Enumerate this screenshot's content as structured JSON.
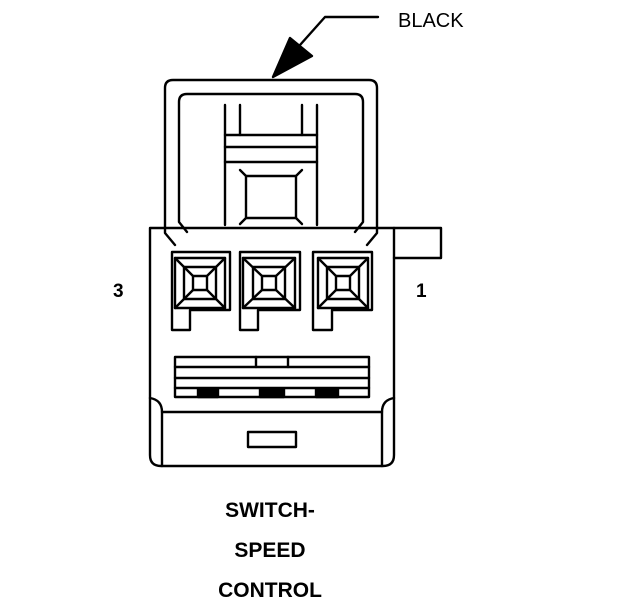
{
  "callout": {
    "label": "BLACK"
  },
  "pins": {
    "left": "3",
    "right": "1"
  },
  "caption": {
    "lines": [
      "SWITCH-",
      "SPEED",
      "CONTROL"
    ]
  },
  "colors": {
    "stroke": "#000000",
    "background": "#ffffff"
  }
}
